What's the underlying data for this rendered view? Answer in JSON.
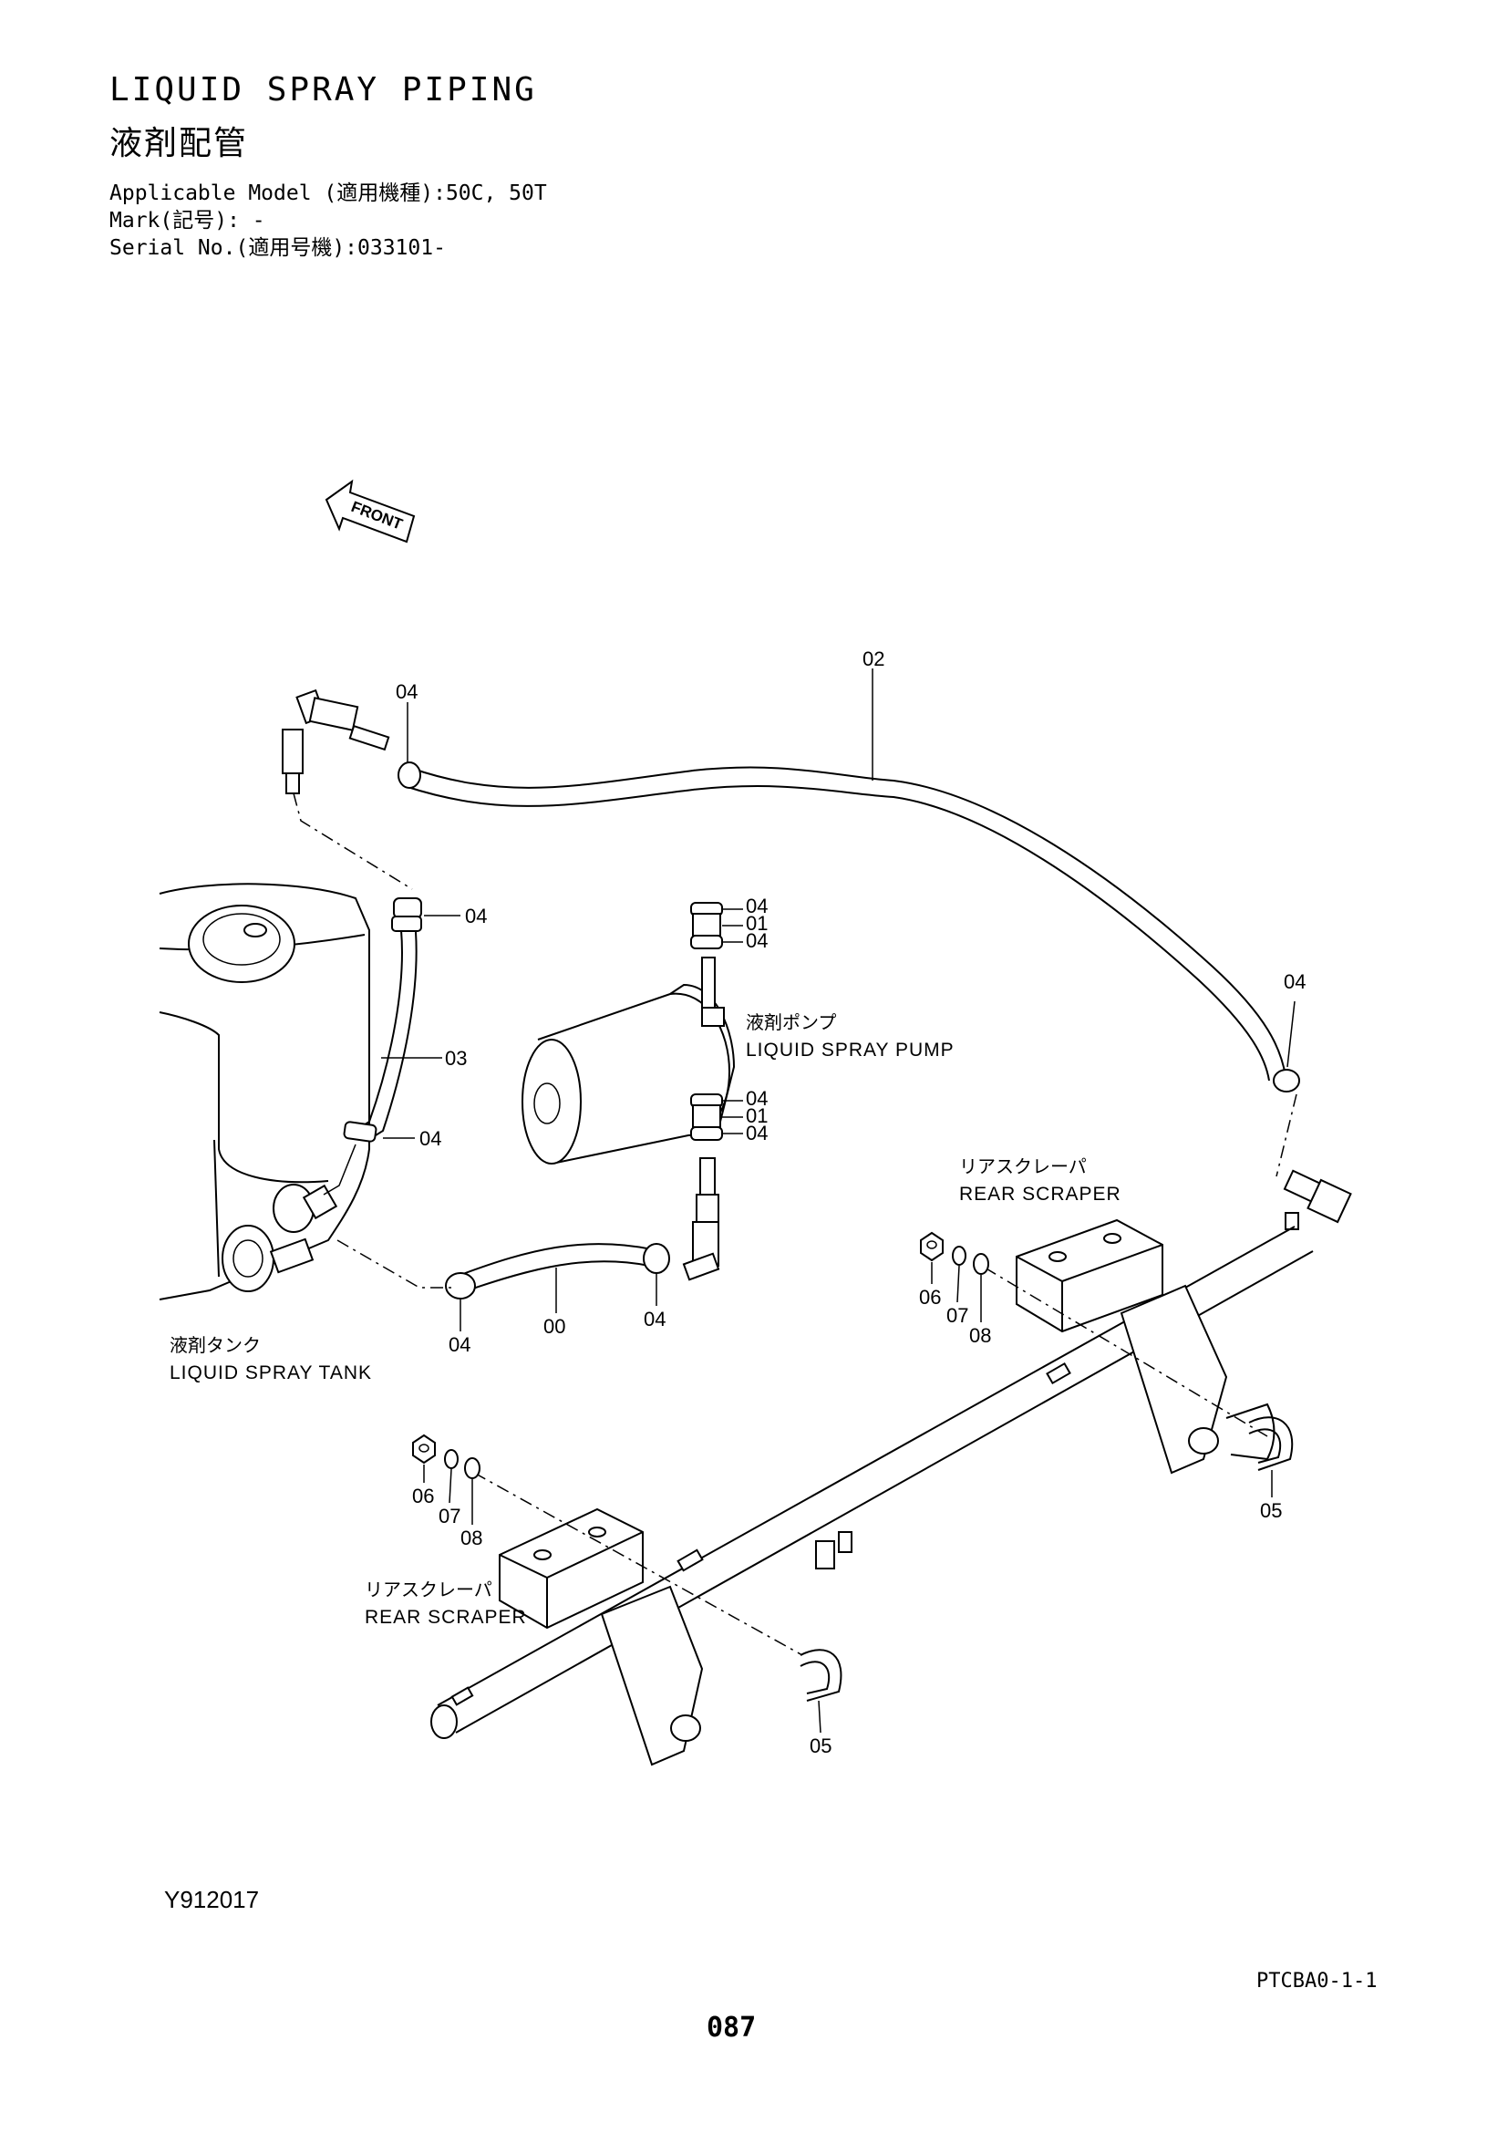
{
  "header": {
    "title_en": "LIQUID SPRAY PIPING",
    "title_jp": "液剤配管",
    "applicable_model": "Applicable Model (適用機種):50C, 50T",
    "mark": "Mark(記号): -",
    "serial_no": "Serial No.(適用号機):033101-"
  },
  "diagram": {
    "front_label": "FRONT",
    "callouts": {
      "c02": "02",
      "c04_top": "04",
      "c04_tank_top": "04",
      "c03": "03",
      "c04_tank_mid": "04",
      "c04_pump_a": "04",
      "c01_pump_a": "01",
      "c04_pump_b": "04",
      "c04_pump_c": "04",
      "c01_pump_c": "01",
      "c04_pump_d": "04",
      "c04_right": "04",
      "c00": "00",
      "c04_hose_left": "04",
      "c04_hose_right": "04",
      "c06_upper": "06",
      "c07_upper": "07",
      "c08_upper": "08",
      "c05_upper": "05",
      "c06_lower": "06",
      "c07_lower": "07",
      "c08_lower": "08",
      "c05_lower": "05"
    },
    "captions": {
      "pump_jp": "液剤ポンプ",
      "pump_en": "LIQUID SPRAY PUMP",
      "tank_jp": "液剤タンク",
      "tank_en": "LIQUID SPRAY TANK",
      "scraper_upper_jp": "リアスクレーパ",
      "scraper_upper_en": "REAR SCRAPER",
      "scraper_lower_jp": "リアスクレーパ",
      "scraper_lower_en": "REAR SCRAPER"
    }
  },
  "footer": {
    "drawing_code": "Y912017",
    "page_ref": "PTCBA0-1-1",
    "page_number": "087"
  }
}
